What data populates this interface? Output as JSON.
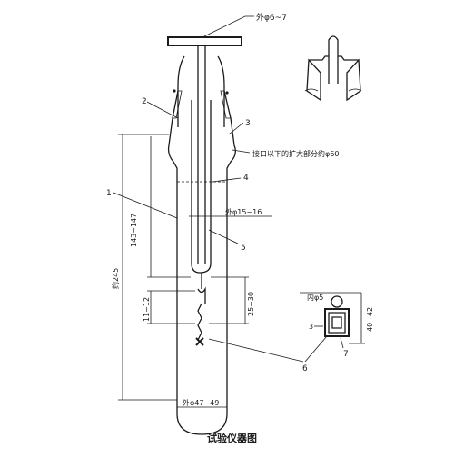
{
  "labels": {
    "top_dim": "外φ6~7",
    "part_1": "1",
    "part_2": "2",
    "part_3": "3",
    "part_4": "4",
    "part_5": "5",
    "part_6": "6",
    "part_7": "7",
    "note_mouth": "接口以下的扩大部分约φ60",
    "inner_tube_dim": "外φ15~16",
    "dim_143": "143~147",
    "dim_245": "约245",
    "dim_25": "25~30",
    "dim_11": "11~12",
    "bottom_dim": "外φ47~49",
    "detail_inner": "内φ5",
    "detail_3": "3",
    "detail_height": "40~42"
  },
  "caption": "试验仪器图"
}
